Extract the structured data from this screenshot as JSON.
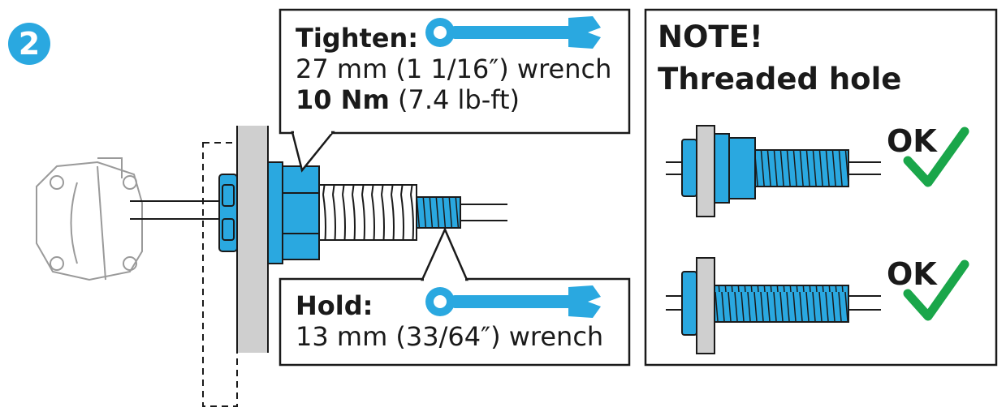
{
  "step": {
    "number": "2"
  },
  "tighten_box": {
    "label": "Tighten:",
    "wrench_size": "27 mm (1 1/16″) wrench",
    "torque_value": "10 Nm",
    "torque_alt": "(7.4 lb-ft)"
  },
  "hold_box": {
    "label": "Hold:",
    "wrench_size": "13 mm (33/64″) wrench"
  },
  "note_box": {
    "title": "NOTE!",
    "subtitle": "Threaded hole",
    "examples": [
      {
        "status": "OK"
      },
      {
        "status": "OK"
      }
    ]
  },
  "colors": {
    "accent_blue": "#2aa8e0",
    "ok_green": "#1aa64a",
    "wall_gray": "#cfcfcf",
    "outline": "#1a1a1a"
  },
  "icons": [
    "wrench-icon",
    "checkmark-icon",
    "step-number-badge"
  ]
}
